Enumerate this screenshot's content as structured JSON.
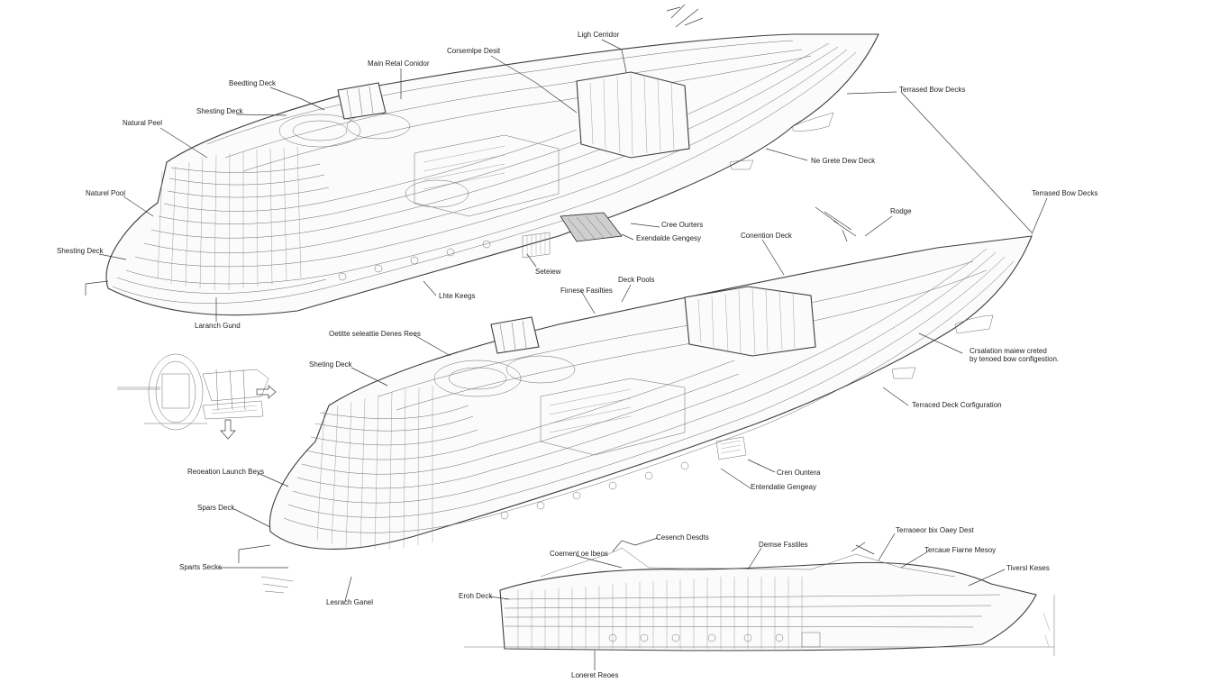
{
  "labels": {
    "ship1": {
      "light_corridor": "Ligh Cerridor",
      "observation_deck": "Corsemlpe Desit",
      "main_retail_corridor": "Main Retal Conidor",
      "sheltering_deck": "Beedting Deck",
      "shesting_deck_top": "Shesting Deck",
      "natural_pool_upper": "Natural Peel",
      "natural_pool_lower": "Naturel Pool",
      "shesting_deck_lower": "Shesting Deck",
      "launch_guard": "Laranch Gund",
      "terraced_bow_decks": "Terrased Bow Decks",
      "bow_deck": "Ne Grete Dew Deck",
      "crew_quarters": "Cree Ourters",
      "extendable_gangway": "Exendalde Gengesy",
      "services": "Seteiew",
      "life_keeps": "Lhte Keegs"
    },
    "ship2": {
      "terraced_bow_decks": "Terrased Bow Decks",
      "bridge": "Rodge",
      "connection_deck": "Conention Deck",
      "deck_pools": "Deck Pools",
      "fitness_facilities": "Fiınese Fasilties",
      "outside_deck_rest": "Oetitte seleattie Denes Rees",
      "sheting_deck": "Sheting Deck",
      "caption_line1": "Crsalation maiew creted",
      "caption_line2": "by tenoed bow configestion.",
      "terraced_deck_config": "Terraced Deck Corfiguration",
      "crew_quarters": "Cren Ountera",
      "extendable_gangway": "Entendatie Gengeay",
      "recreation_launch_bays": "Reoeation Launch Beys",
      "sports_deck": "Spars Deck",
      "sports_decks": "Sparts Secks",
      "launch_guard": "Lesrach Ganel"
    },
    "ship3": {
      "terraced_bow_desk": "Terraoeor bix Oaey Dest",
      "coastal_decks": "Cesench Desdts",
      "coastal_ideas": "Coement oe lbeos",
      "dense_facilities": "Demse Fsstiles",
      "terraced_frame": "Tercaue Fiarne Mesoy",
      "traverse_keels": "Tiversl Keses",
      "bridge_deck": "Eroh Deck",
      "lowered_reces": "Loneret Reoes"
    }
  },
  "icons": [
    "arrow-right-icon",
    "arrow-down-icon"
  ],
  "colors": {
    "ink": "#222222",
    "paper": "#ffffff"
  }
}
